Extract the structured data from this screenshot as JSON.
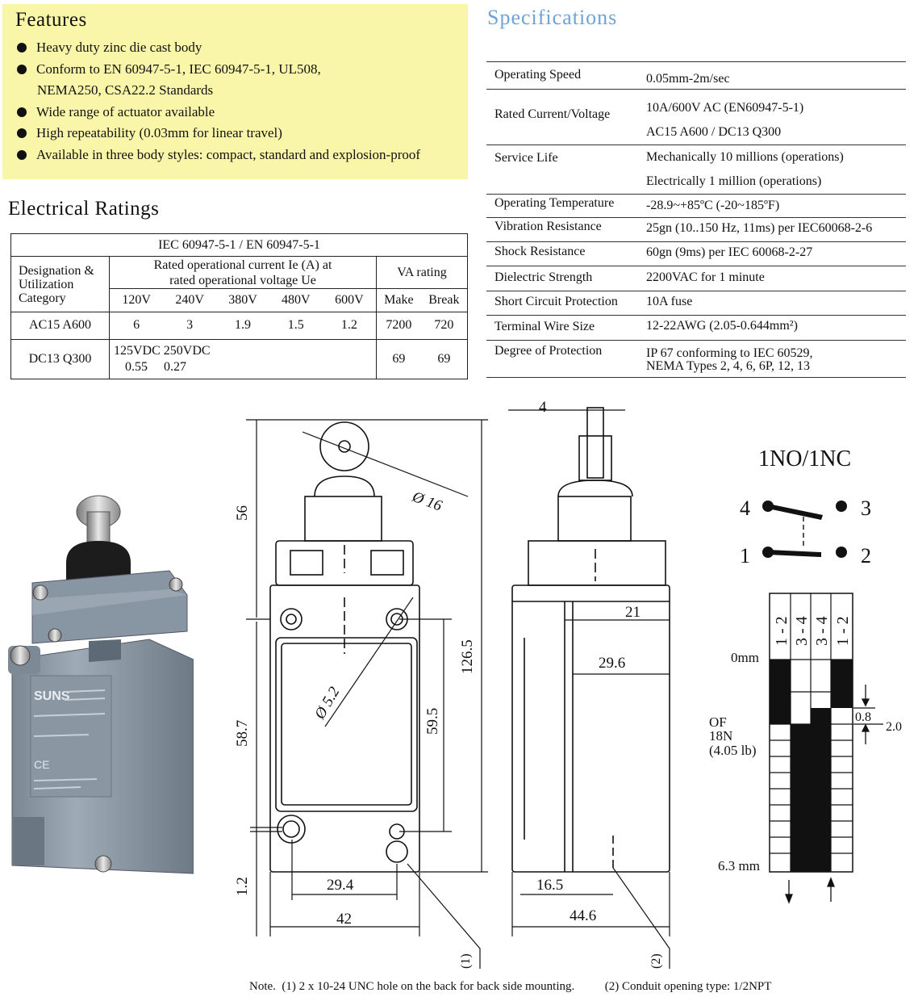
{
  "features": {
    "title": "Features",
    "items": [
      "Heavy duty zinc die cast body",
      "Conform to EN 60947-5-1, IEC 60947-5-1, UL508,",
      "NEMA250, CSA22.2 Standards",
      "Wide range of actuator available",
      "High repeatability (0.03mm for linear travel)",
      "Available in three body styles: compact, standard and explosion-proof"
    ]
  },
  "electrical": {
    "title": "Electrical Ratings",
    "standard": "IEC 60947-5-1 / EN 60947-5-1",
    "designation_header": "Designation & Utilization Category",
    "current_header_1": "Rated operational current Ie (A) at",
    "current_header_2": "rated operational voltage Ue",
    "va_header": "VA rating",
    "voltages": [
      "120V",
      "240V",
      "380V",
      "480V",
      "600V"
    ],
    "make": "Make",
    "break": "Break",
    "rows": [
      {
        "category": "AC15 A600",
        "values": [
          "6",
          "3",
          "1.9",
          "1.5",
          "1.2"
        ],
        "make": "7200",
        "break": "720"
      },
      {
        "category": "DC13 Q300",
        "dc_line1": "125VDC 250VDC",
        "dc_line2": "0.55     0.27",
        "make": "69",
        "break": "69"
      }
    ]
  },
  "specifications": {
    "title": "Specifications",
    "rows": [
      {
        "key": "Operating Speed",
        "v1": "0.05mm-2m/sec"
      },
      {
        "key": "Rated Current/Voltage",
        "v1": "10A/600V AC (EN60947-5-1)",
        "v2": "AC15 A600 / DC13 Q300"
      },
      {
        "key": "Service Life",
        "v1": "Mechanically 10 millions (operations)",
        "v2": "Electrically 1 million (operations)"
      },
      {
        "key": "Operating Temperature",
        "v1": "-28.9~+85ºC  (-20~185ºF)"
      },
      {
        "key": "Vibration Resistance",
        "v1": "25gn (10..150 Hz, 11ms) per IEC60068-2-6"
      },
      {
        "key": "Shock Resistance",
        "v1": "60gn (9ms) per IEC 60068-2-27"
      },
      {
        "key": "Dielectric Strength",
        "v1": "2200VAC for 1 minute"
      },
      {
        "key": "Short Circuit Protection",
        "v1": "10A fuse"
      },
      {
        "key": "Terminal Wire Size",
        "v1": "12-22AWG (2.05-0.644mm²)"
      },
      {
        "key": "Degree of Protection",
        "v1": "IP 67 conforming to IEC 60529,",
        "v2": "NEMA Types 2, 4, 6, 6P, 12, 13"
      }
    ]
  },
  "photo": {
    "brand": "SUNS",
    "mark": "CE"
  },
  "drawing": {
    "dim_56": "56",
    "dim_16": "Ø 16",
    "dim_52": "Ø 5.2",
    "dim_1265": "126.5",
    "dim_595": "59.5",
    "dim_587": "58.7",
    "dim_12": "1.2",
    "dim_294": "29.4",
    "dim_42": "42",
    "dim_4": "4",
    "dim_21": "21",
    "dim_296": "29.6",
    "dim_165": "16.5",
    "dim_446": "44.6",
    "callout_1": "(1)",
    "callout_2": "(2)",
    "contact_title": "1NO/1NC",
    "t4": "4",
    "t3": "3",
    "t1": "1",
    "t2": "2",
    "col_labels": [
      "1 - 2",
      "3 - 4",
      "3 - 4",
      "1 - 2"
    ],
    "mm0": "0mm",
    "of": "OF",
    "force_n": "18N",
    "force_lb": "(4.05 lb)",
    "mm63": "6.3 mm",
    "d08": "0.8",
    "d20": "2.0"
  },
  "note": "Note.  (1) 2 x 10-24 UNC hole on the back for back side mounting.          (2) Conduit opening type: 1/2NPT"
}
